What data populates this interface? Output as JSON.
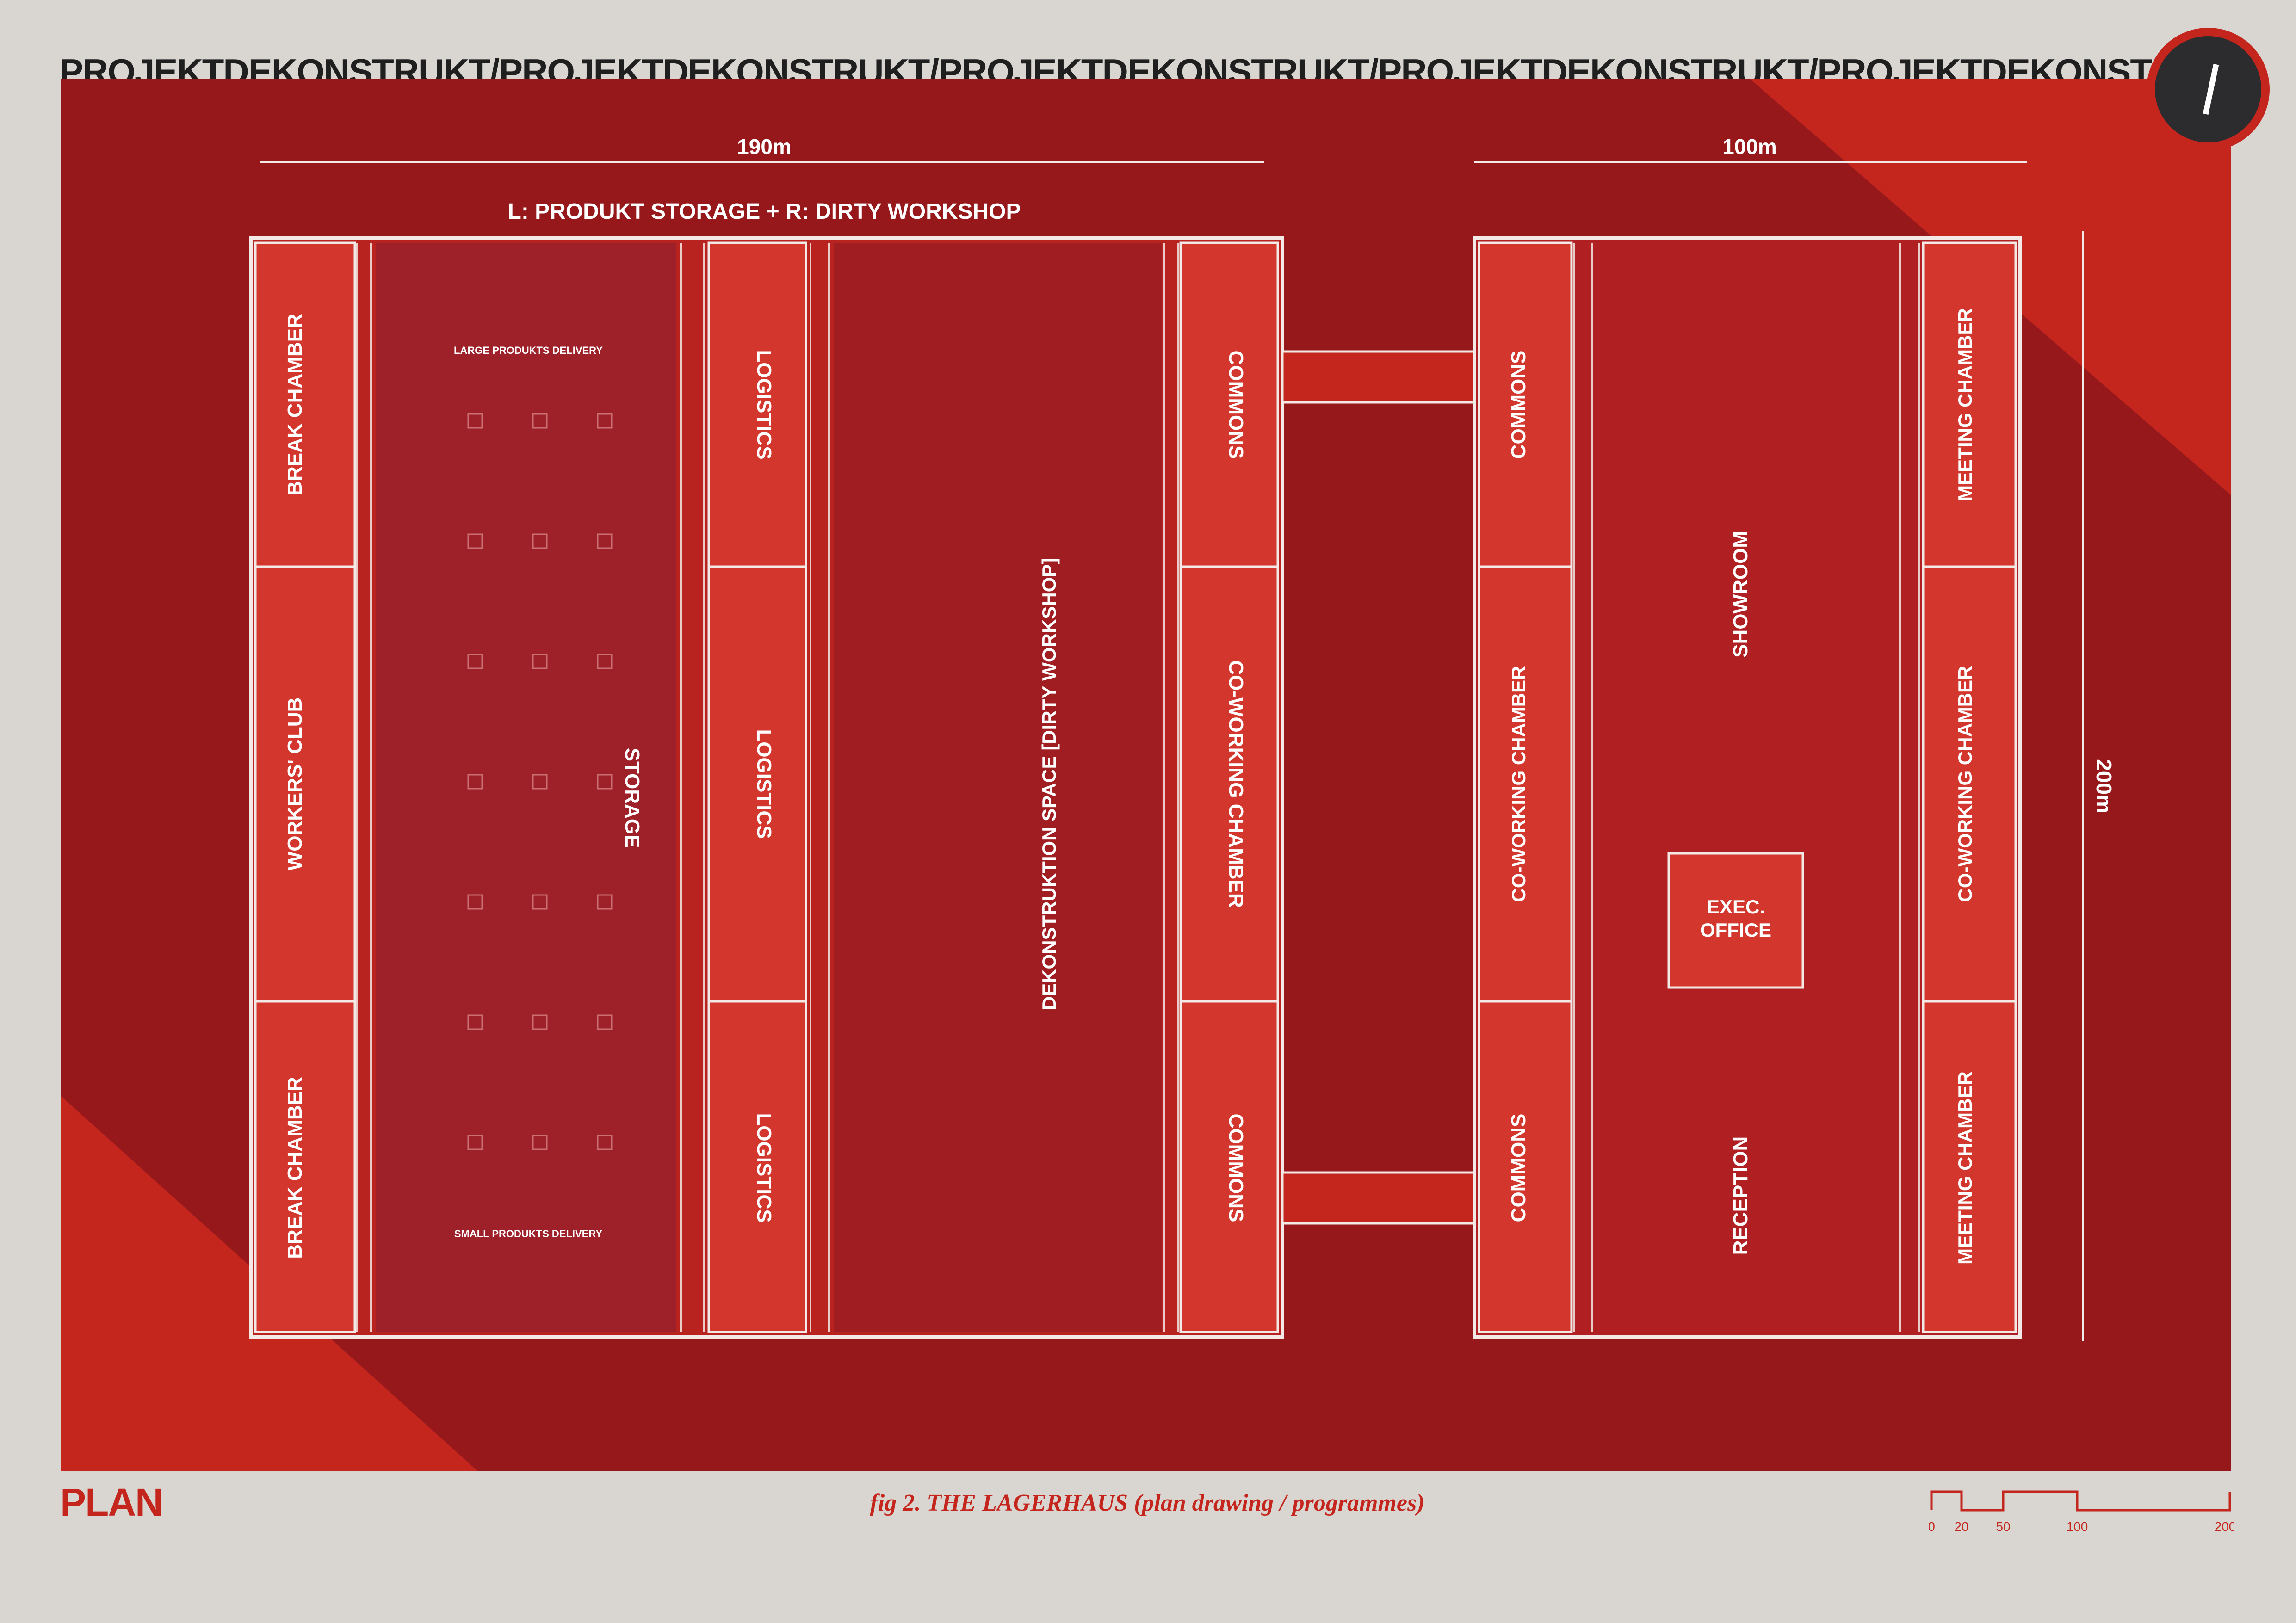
{
  "banner": {
    "text": "PROJEKTDEKONSTRUKT/PROJEKTDEKONSTRUKT/PROJEKTDEKONSTRUKT/PROJEKTDEKONSTRUKT/PROJEKTDEKONSTRUKT/PROJEKTDEKONSTRUKT"
  },
  "dimensions": {
    "left_width": "190m",
    "right_width": "100m",
    "height": "200m"
  },
  "left_building": {
    "title": "L: PRODUKT STORAGE + R: DIRTY WORKSHOP",
    "rooms": {
      "break_top": "BREAK CHAMBER",
      "workers_club": "WORKERS' CLUB",
      "break_bottom": "BREAK CHAMBER",
      "storage": "STORAGE",
      "large_delivery": "LARGE PRODUKTS DELIVERY",
      "small_delivery": "SMALL PRODUKTS DELIVERY",
      "logistics_1": "LOGISTICS",
      "logistics_2": "LOGISTICS",
      "logistics_3": "LOGISTICS",
      "workshop": "DEKONSTRUKTION SPACE [DIRTY WORKSHOP]",
      "commons_top": "COMMONS",
      "coworking": "CO-WORKING CHAMBER",
      "commons_bottom": "COMMONS"
    }
  },
  "right_building": {
    "rooms": {
      "commons_top": "COMMONS",
      "coworking_left": "CO-WORKING CHAMBER",
      "commons_bottom": "COMMONS",
      "showroom": "SHOWROOM",
      "exec_line1": "EXEC.",
      "exec_line2": "OFFICE",
      "reception": "RECEPTION",
      "meeting_top": "MEETING CHAMBER",
      "coworking_right": "CO-WORKING CHAMBER",
      "meeting_bottom": "MEETING CHAMBER"
    }
  },
  "footer": {
    "plan_label": "PLAN",
    "caption": "fig 2. THE LAGERHAUS (plan drawing / programmes)",
    "scale_labels": [
      "0",
      "20",
      "50",
      "100",
      "200"
    ]
  },
  "colors": {
    "paper": "#d9d6d1",
    "red": "#c4261e",
    "dark_red": "#8e1a1c",
    "ink": "#1f1f1f"
  }
}
